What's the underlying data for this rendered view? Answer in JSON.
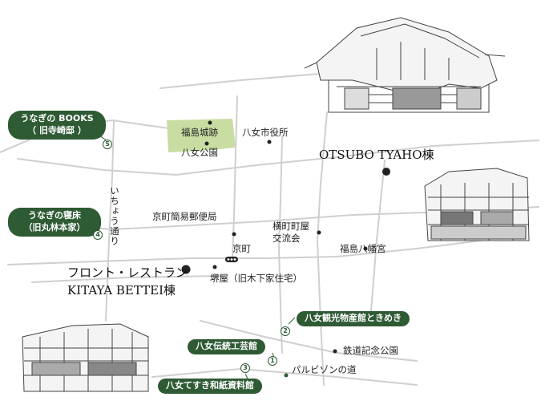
{
  "colors": {
    "road": "#cfcfcf",
    "park": "#c9dda3",
    "pill": "#2e5a34",
    "marker": "#222222"
  },
  "labels": {
    "fukushima_castle": "福島城跡",
    "yame_park": "八女公園",
    "city_hall": "八女市役所",
    "otsubo": "OTSUBO TYAHO棟",
    "ichou_dori": "いちょう通り",
    "post_office": "京町簡易郵便局",
    "yokomachi_1": "横町町屋",
    "yokomachi_2": "交流会",
    "hachimangu": "福島八幡宮",
    "kyomachi": "京町",
    "front_1": "フロント・レストラン",
    "front_2": "KITAYA BETTEI棟",
    "sakaiya": "堺屋（旧木下家住宅）",
    "railway_park": "鉄道記念公園",
    "parubizon": "パルビゾンの道"
  },
  "spots": {
    "books": {
      "line1": "うなぎの BOOKS",
      "line2": "（ 旧寺崎邸 ）",
      "num": "5"
    },
    "shindoko": {
      "line1": "うなぎの寝床",
      "line2": "（旧丸林本家）",
      "num": "4"
    },
    "tokimeki": {
      "label": "八女観光物産館ときめき",
      "num": "2"
    },
    "dentou": {
      "label": "八女伝統工芸館",
      "num": "1"
    },
    "tesuki": {
      "label": "八女てすき和紙資料館",
      "num": "3"
    }
  },
  "illustrations": [
    "townhouse-top-right",
    "townhouse-middle-right",
    "townhouse-bottom-left"
  ]
}
